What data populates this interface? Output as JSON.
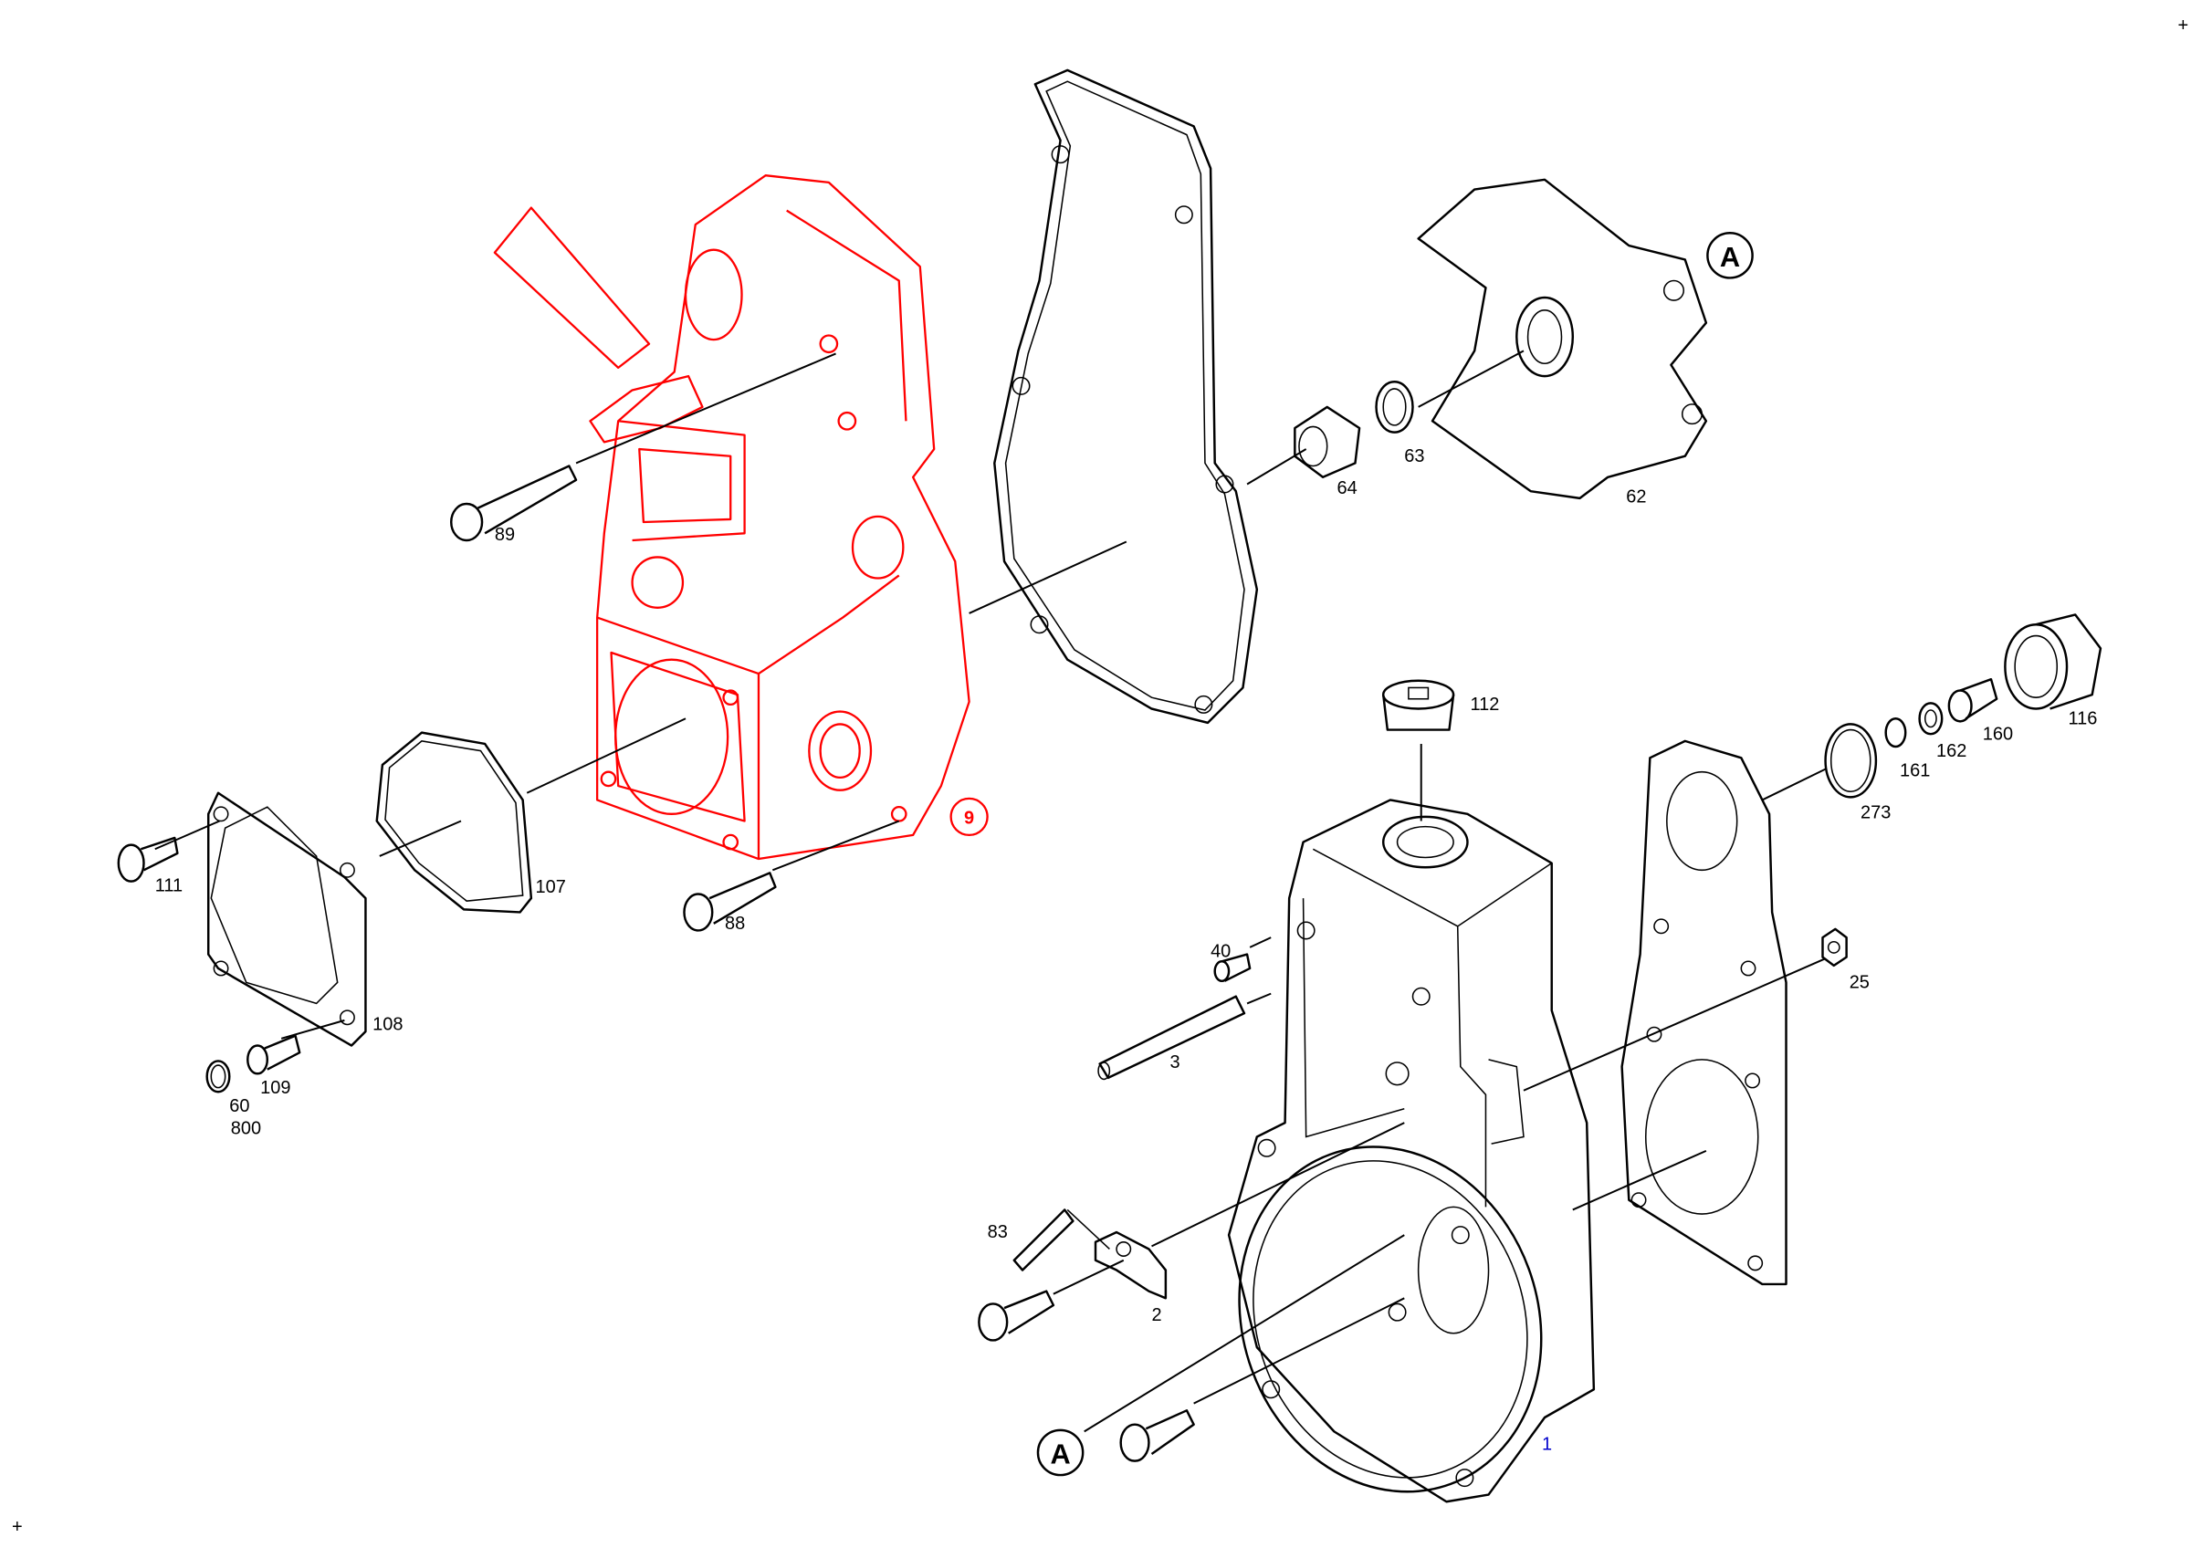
{
  "diagram": {
    "highlighted_part": {
      "label": "9",
      "color": "#ff0000"
    },
    "selected_part_label": {
      "label": "1",
      "color": "#0000cc"
    },
    "reference_markers": [
      "A",
      "A"
    ],
    "corner_marks": [
      "+",
      "+"
    ],
    "part_labels": {
      "p89": "89",
      "p64": "64",
      "p63": "63",
      "p62": "62",
      "p112": "112",
      "p116": "116",
      "p160": "160",
      "p162": "162",
      "p161": "161",
      "p273": "273",
      "p107": "107",
      "p111": "111",
      "p88": "88",
      "p108": "108",
      "p109": "109",
      "p60": "60",
      "p800": "800",
      "p40": "40",
      "p25": "25",
      "p3": "3",
      "p83": "83",
      "p2": "2"
    }
  }
}
